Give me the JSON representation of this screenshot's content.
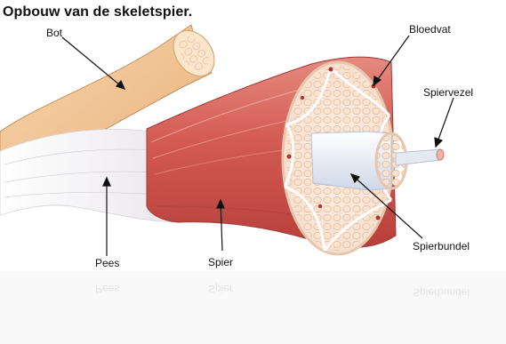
{
  "title": "Opbouw van de skeletspier.",
  "labels": {
    "bot": "Bot",
    "bloedvat": "Bloedvat",
    "spiervezel": "Spiervezel",
    "pees": "Pees",
    "spier": "Spier",
    "spierbundel": "Spierbundel"
  },
  "colors": {
    "bone": "#f1c79a",
    "muscle": "#d9655e",
    "muscle_light": "#eea79d",
    "tendon": "#f2f2f4",
    "fascicle_fill": "#fbe7d7",
    "vessel": "#b5302c"
  }
}
